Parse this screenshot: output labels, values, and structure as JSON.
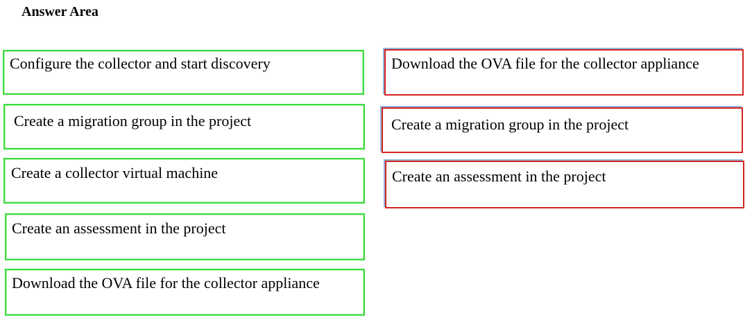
{
  "header": {
    "title": "Answer Area"
  },
  "actions_list": [
    {
      "label": "Configure the collector and start discovery"
    },
    {
      "label": "Create a migration group in the project"
    },
    {
      "label": "Create a collector virtual machine"
    },
    {
      "label": "Create an assessment in the project"
    },
    {
      "label": "Download the OVA file for the collector appliance"
    }
  ],
  "answer_list": [
    {
      "label": "Download the OVA file for the collector appliance"
    },
    {
      "label": "Create a migration group in the project"
    },
    {
      "label": "Create an assessment in the project"
    }
  ],
  "colors": {
    "actions_border": "#3ddc3d",
    "answer_border": "#d42222"
  }
}
